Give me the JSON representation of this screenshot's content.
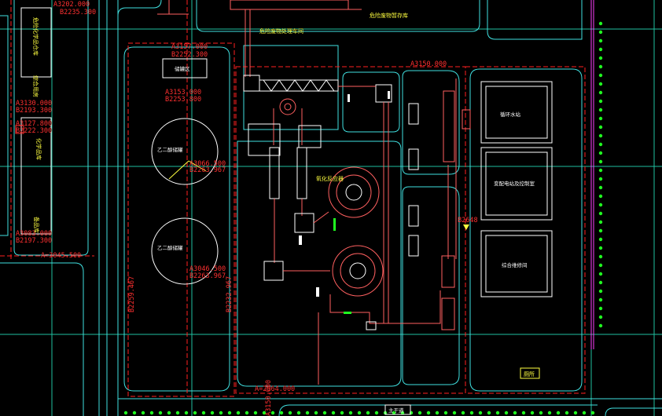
{
  "colors": {
    "background": "#000000",
    "road": "#40e0e0",
    "grid": "#20c0a0",
    "boundary": "#ff2020",
    "equipment": "#ff6060",
    "text_yellow": "#ffff40",
    "text_white": "#ffffff",
    "marker_green": "#20ff20",
    "accent_magenta": "#ff40ff"
  },
  "coords": {
    "c1": "A3202.000",
    "c2": "B2235.300",
    "c3": "A3157.000",
    "c4": "B2252.300",
    "c5": "A3153.000",
    "c6": "B2253.800",
    "c7": "A3150.000",
    "c8": "A3130.000",
    "c9": "B2193.300",
    "c10": "A3127.800",
    "c11": "B2222.300",
    "c12": "A3083.000",
    "c13": "B2197.300",
    "c14": "A=3045.500",
    "c15": "A3066.500",
    "c16": "B2263.967",
    "c17": "A3046.500",
    "c18": "B2263.967",
    "c19": "A=2964.000",
    "c20": "B2259.467",
    "c21": "B2232.967",
    "c22": "A3150.000",
    "c23": "B2648"
  },
  "labels": {
    "area_top_left": "危险化学品仓库",
    "area_left_mid": "综合用房",
    "area_left_low": "化学品库",
    "area_left_bottom": "备品库",
    "tank_upper": "乙二醇储罐",
    "tank_lower": "乙二醇储罐",
    "top_label_1": "危险废物暂存库",
    "top_label_2": "危险废物处理车间",
    "building_top": "储罐区",
    "reactor_label": "氧化反应器",
    "right_bldg_1": "循环水站",
    "right_bldg_2": "变配电站及控制室",
    "right_bldg_3": "综合维修间",
    "bottom_right_box": "厕所",
    "bottom_center_box": "主干道"
  }
}
